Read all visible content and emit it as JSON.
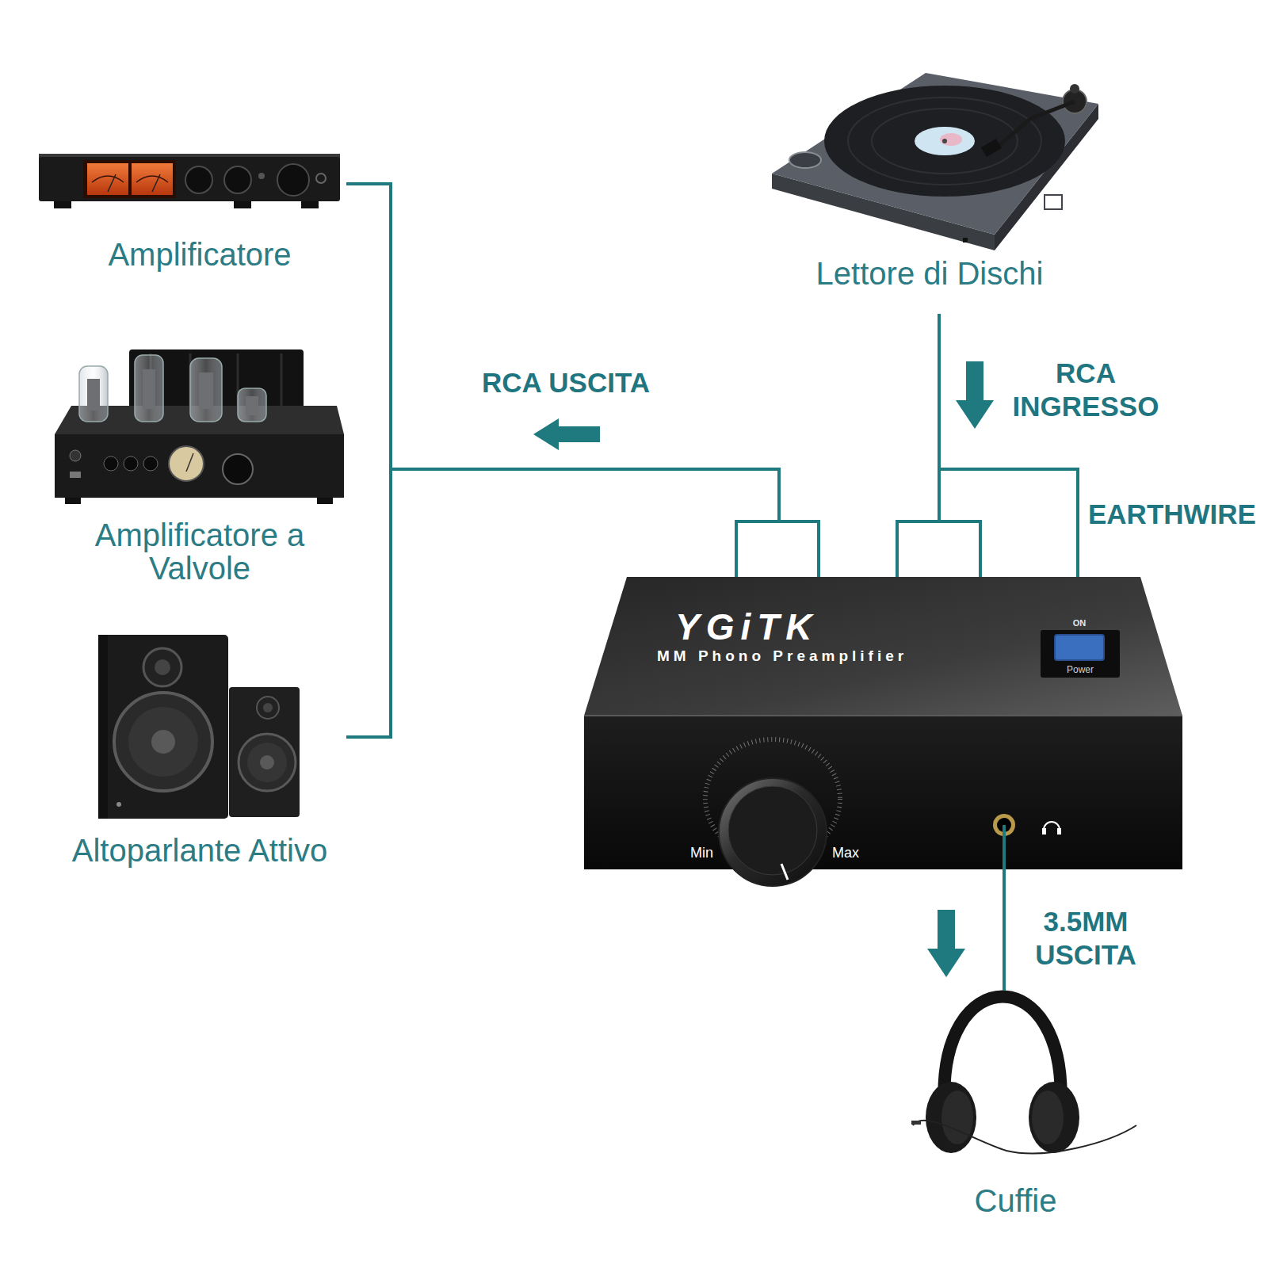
{
  "diagram": {
    "nodes": [
      {
        "text": [
          "Amplificatore"
        ]
      },
      {
        "text": [
          "Amplificatore a Valvole"
        ]
      },
      {
        "text": [
          "Altoparlante Attivo"
        ]
      },
      {
        "text": [
          "Lettore di Dischi"
        ]
      },
      {
        "text": [
          "YGiTK",
          "MM Phono Preamplifier"
        ]
      },
      {
        "text": [
          "Cuffie"
        ]
      }
    ],
    "edges": [
      {
        "from": 4,
        "to": 0,
        "arrow": "none"
      },
      {
        "from": 4,
        "to": 1,
        "label": "RCA USCITA",
        "arrow": "none"
      },
      {
        "from": 4,
        "to": 2,
        "arrow": "none"
      },
      {
        "from": 3,
        "to": 4,
        "label": "RCA INGRESSO",
        "arrow": "none"
      },
      {
        "from": 3,
        "to": 4,
        "label": "EARTHWIRE",
        "arrow": "none"
      },
      {
        "from": 4,
        "to": 5,
        "label": "3.5MM USCITA",
        "arrow": "none"
      }
    ],
    "labels": [
      "ON",
      "Power",
      "Min",
      "Max"
    ]
  }
}
